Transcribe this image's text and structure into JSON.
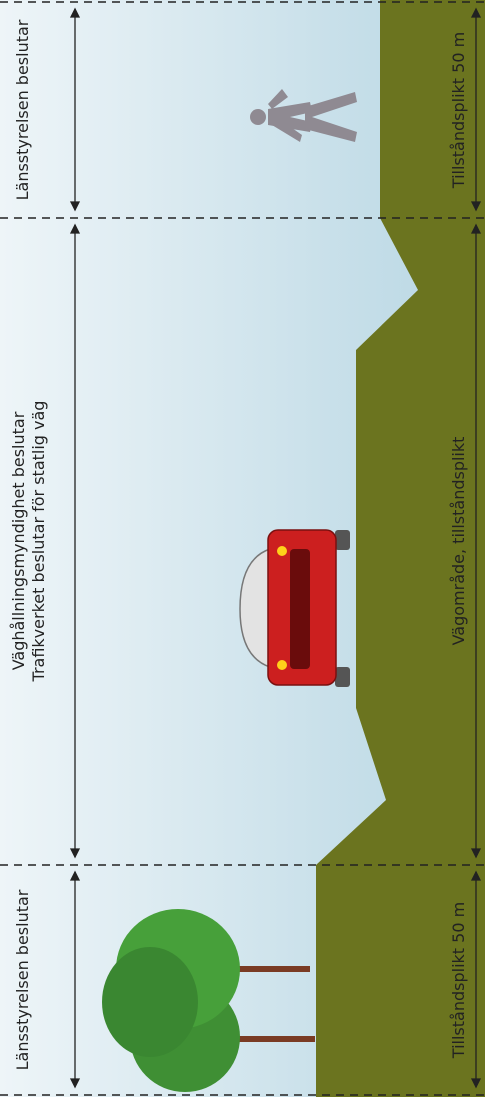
{
  "top_labels": {
    "left_zone": "Länsstyrelsen beslutar",
    "middle_zone_line1": "Väghållningsmyndighet beslutar",
    "middle_zone_line2": "Trafikverket beslutar för statlig väg",
    "right_zone": "Länsstyrelsen beslutar"
  },
  "bottom_labels": {
    "left_zone": "Tillståndsplikt 50 m",
    "middle_zone": "Vägområde, tillståndsplikt",
    "right_zone": "Tillståndsplikt 50 m"
  },
  "colors": {
    "sky_top": "#e6f0f4",
    "sky_bottom": "#b9d7e4",
    "ground": "#6b741f",
    "tree": "#3f8f34",
    "car": "#cc1f1f",
    "person": "#8f8a92"
  }
}
